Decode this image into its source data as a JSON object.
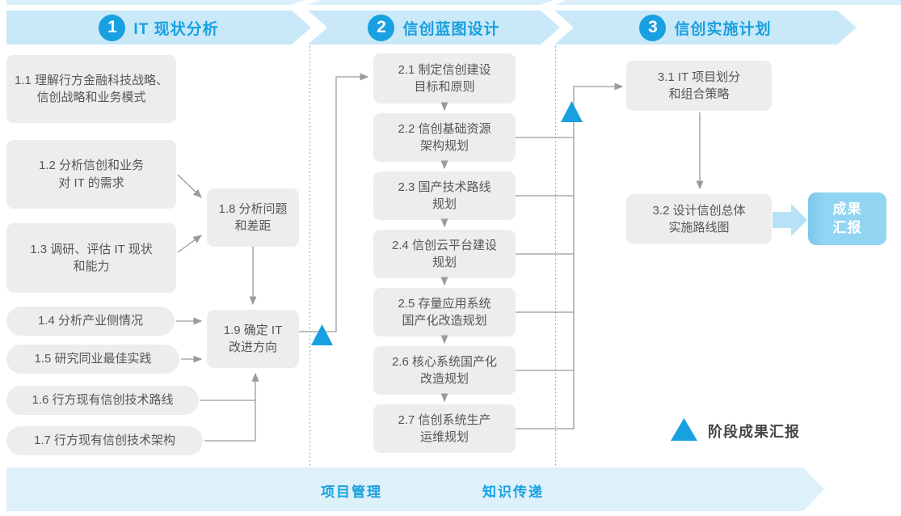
{
  "colors": {
    "accent": "#18a0e0",
    "banner_fill": "#c9e8f8",
    "banner_top_strip": "#daeefb",
    "box_fill": "#ededee",
    "box_text": "#55565a",
    "connector_line": "#9b9b9b",
    "milestone_triangle": "#18a0e0",
    "phase_divider_dotted": "#3fb1e5",
    "deliverable_fill": "#8fd3f2",
    "deliverable_arrow": "#b7e1f6",
    "bottom_banner_fill": "#def1fb"
  },
  "phases": [
    {
      "number": "1",
      "title": "IT 现状分析",
      "boxes": [
        {
          "id": "1.1",
          "text": "1.1 理解行方金融科技战略、\n信创战略和业务模式"
        },
        {
          "id": "1.2",
          "text": "1.2 分析信创和业务\n对 IT 的需求"
        },
        {
          "id": "1.3",
          "text": "1.3 调研、评估 IT 现状\n和能力"
        },
        {
          "id": "1.4",
          "text": "1.4 分析产业侧情况"
        },
        {
          "id": "1.5",
          "text": "1.5 研究同业最佳实践"
        },
        {
          "id": "1.6",
          "text": "1.6 行方现有信创技术路线"
        },
        {
          "id": "1.7",
          "text": "1.7 行方现有信创技术架构"
        },
        {
          "id": "1.8",
          "text": "1.8 分析问题\n和差距"
        },
        {
          "id": "1.9",
          "text": "1.9 确定 IT\n改进方向"
        }
      ]
    },
    {
      "number": "2",
      "title": "信创蓝图设计",
      "boxes": [
        {
          "id": "2.1",
          "text": "2.1 制定信创建设\n目标和原则"
        },
        {
          "id": "2.2",
          "text": "2.2 信创基础资源\n架构规划"
        },
        {
          "id": "2.3",
          "text": "2.3 国产技术路线\n规划"
        },
        {
          "id": "2.4",
          "text": "2.4 信创云平台建设\n规划"
        },
        {
          "id": "2.5",
          "text": "2.5 存量应用系统\n国产化改造规划"
        },
        {
          "id": "2.6",
          "text": "2.6 核心系统国产化\n改造规划"
        },
        {
          "id": "2.7",
          "text": "2.7 信创系统生产\n运维规划"
        }
      ]
    },
    {
      "number": "3",
      "title": "信创实施计划",
      "boxes": [
        {
          "id": "3.1",
          "text": "3.1 IT 项目划分\n和组合策略"
        },
        {
          "id": "3.2",
          "text": "3.2 设计信创总体\n实施路线图"
        }
      ]
    }
  ],
  "deliverable": {
    "text": "成果\n汇报"
  },
  "legend": {
    "label": "阶段成果汇报"
  },
  "bottom_banner": {
    "labels": [
      "项目管理",
      "知识传递"
    ]
  }
}
